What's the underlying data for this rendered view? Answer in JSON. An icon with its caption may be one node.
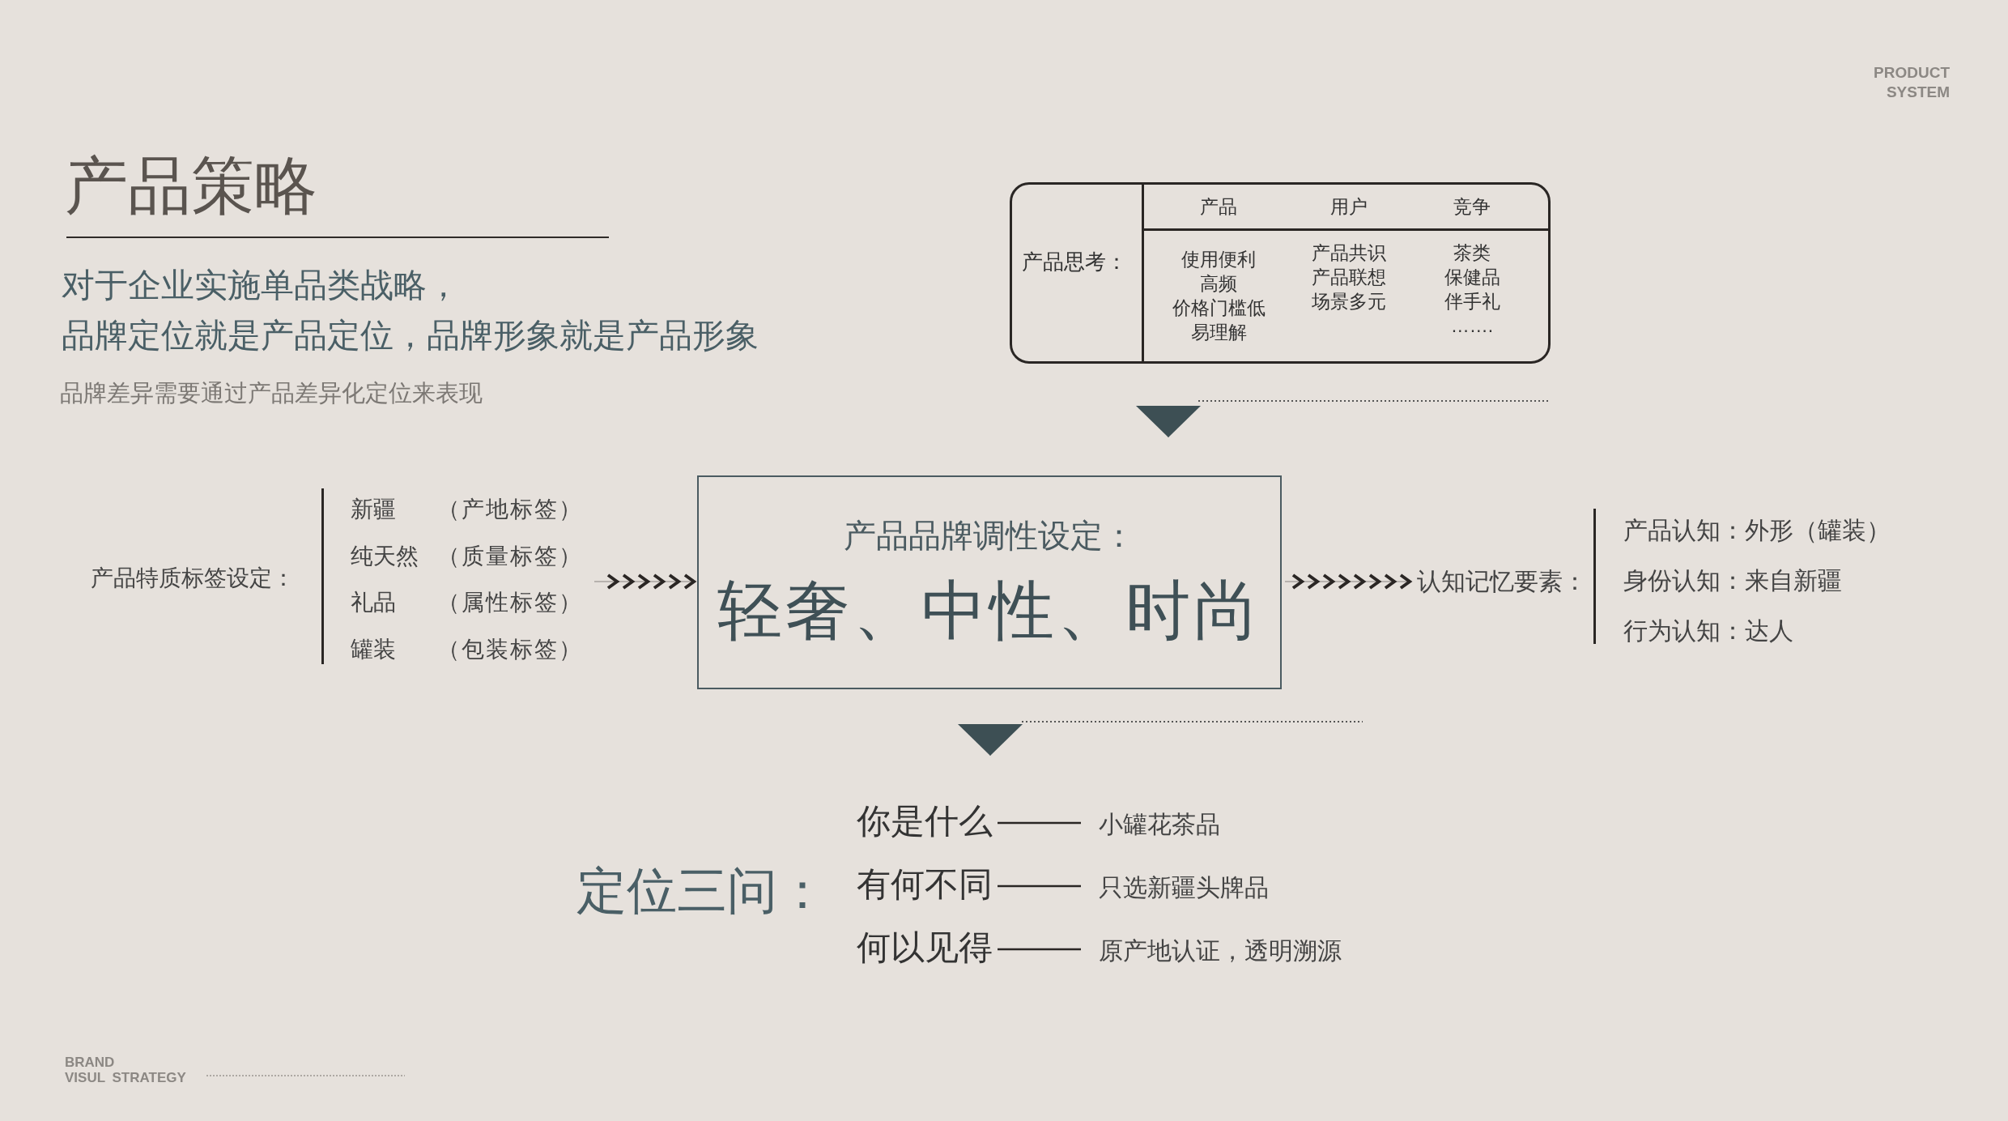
{
  "diagram": {
    "title": "产品策略",
    "nodes": [
      {
        "text": [
          "产品思考：",
          "产品",
          "用户",
          "竞争",
          "使用便利",
          "高频",
          "价格门槛低",
          "易理解",
          "产品共识",
          "产品联想",
          "场景多元",
          "茶类",
          "保健品",
          "伴手礼",
          "……."
        ]
      },
      {
        "text": [
          "产品品牌调性设定：",
          "轻奢、中性、时尚"
        ]
      },
      {
        "text": [
          "产品特质标签设定：",
          "新疆",
          "（产地标签）",
          "纯天然",
          "（质量标签）",
          "礼品",
          "（属性标签）",
          "罐装",
          "（包装标签）"
        ]
      },
      {
        "text": [
          "认知记忆要素：",
          "产品认知：外形（罐装）",
          "身份认知：来自新疆",
          "行为认知：达人"
        ]
      },
      {
        "text": [
          "定位三问："
        ]
      },
      {
        "text": [
          "你是什么"
        ]
      },
      {
        "text": [
          "小罐花茶品"
        ]
      },
      {
        "text": [
          "有何不同"
        ]
      },
      {
        "text": [
          "只选新疆头牌品"
        ]
      },
      {
        "text": [
          "何以见得"
        ]
      },
      {
        "text": [
          "原产地认证，透明溯源"
        ]
      }
    ],
    "edges": [
      {
        "from": 0,
        "to": 1,
        "arrow": "to"
      },
      {
        "from": 2,
        "to": 1,
        "arrow": "to"
      },
      {
        "from": 1,
        "to": 3,
        "arrow": "to"
      },
      {
        "from": 1,
        "to": 5,
        "arrow": "to"
      },
      {
        "from": 5,
        "to": 6,
        "arrow": "none"
      },
      {
        "from": 7,
        "to": 8,
        "arrow": "none"
      },
      {
        "from": 9,
        "to": 10,
        "arrow": "none"
      }
    ],
    "labels": [
      "PRODUCT SYSTEM",
      "对于企业实施单品类战略，",
      "品牌定位就是产品定位，品牌形象就是产品形象",
      "品牌差异需要通过产品差异化定位来表现",
      "BRAND",
      "VISUL STRATEGY"
    ]
  }
}
